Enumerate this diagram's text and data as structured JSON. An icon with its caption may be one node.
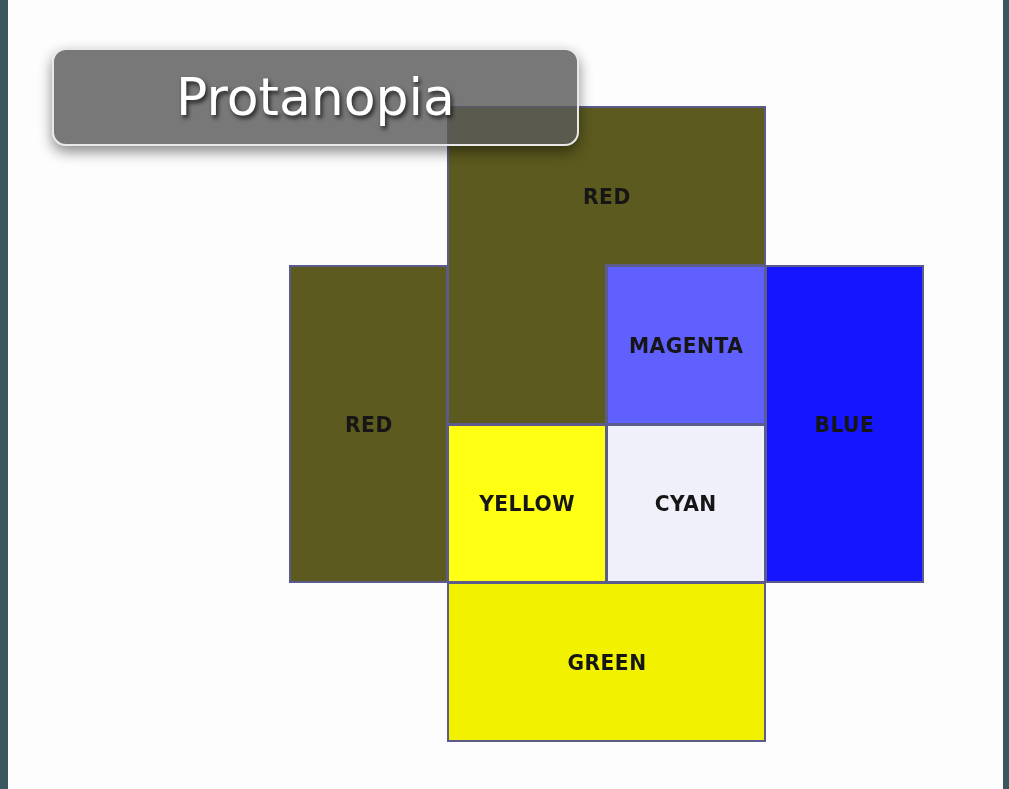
{
  "diagram": {
    "title": "Protanopia",
    "nodes": [
      {
        "text": [
          "RED"
        ]
      },
      {
        "text": [
          "RED"
        ]
      },
      {
        "text": [
          "MAGENTA"
        ]
      },
      {
        "text": [
          "BLUE"
        ]
      },
      {
        "text": [
          "YELLOW"
        ]
      },
      {
        "text": [
          "CYAN"
        ]
      },
      {
        "text": [
          "GREEN"
        ]
      }
    ],
    "edges": []
  }
}
